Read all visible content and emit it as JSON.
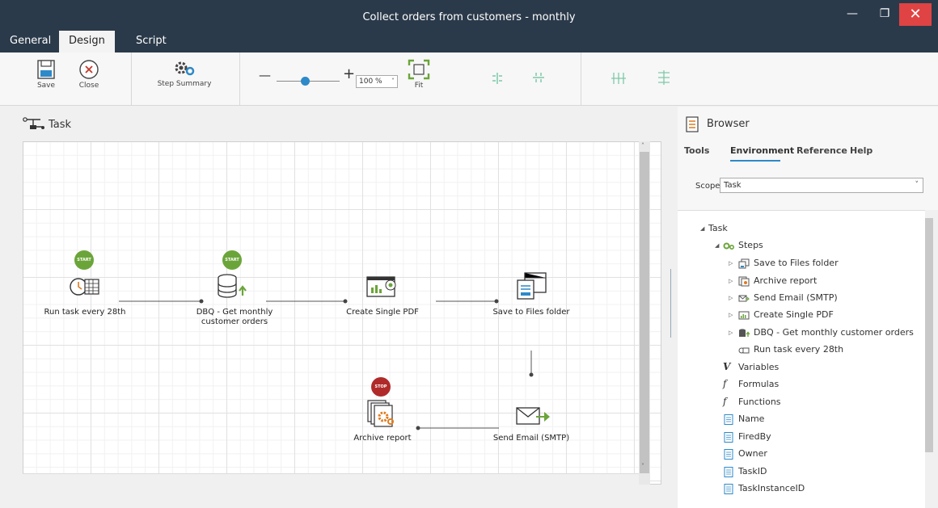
{
  "window": {
    "title": "Collect orders from customers - monthly",
    "min_glyph": "—",
    "max_glyph": "❐",
    "close_glyph": "✕"
  },
  "tabs": [
    {
      "label": "General",
      "active": false
    },
    {
      "label": "Design",
      "active": true
    },
    {
      "label": "Script",
      "active": false
    }
  ],
  "ribbon": {
    "save_label": "Save",
    "close_label": "Close",
    "step_summary_label": "Step Summary",
    "zoom_value": "100 %",
    "zoom_chevron": "˅",
    "minus_glyph": "—",
    "plus_glyph": "+",
    "fit_label": "Fit"
  },
  "task": {
    "title": "Task"
  },
  "canvas": {
    "badge_start": "START",
    "badge_stop": "STOP",
    "nodes": [
      {
        "id": "run-task",
        "label": "Run task every 28th"
      },
      {
        "id": "dbq",
        "label": "DBQ - Get monthly customer orders"
      },
      {
        "id": "create-pdf",
        "label": "Create Single PDF"
      },
      {
        "id": "save-files",
        "label": "Save to Files folder"
      },
      {
        "id": "send-email",
        "label": "Send Email (SMTP)"
      },
      {
        "id": "archive",
        "label": "Archive report"
      }
    ]
  },
  "browser": {
    "title": "Browser",
    "tabs": [
      "Tools",
      "Environment",
      "Reference",
      "Help"
    ],
    "active_tab": "Environment",
    "scope_label": "Scope",
    "scope_value": "Task",
    "scope_chevron": "˅",
    "tree": [
      {
        "label": "Task",
        "icon": "none",
        "expanded": true
      },
      {
        "label": "Steps",
        "icon": "steps-icon",
        "expanded": true
      },
      {
        "label": "Save to Files folder",
        "icon": "save-files-icon"
      },
      {
        "label": "Archive report",
        "icon": "archive-icon"
      },
      {
        "label": "Send Email (SMTP)",
        "icon": "email-icon"
      },
      {
        "label": "Create Single PDF",
        "icon": "pdf-icon"
      },
      {
        "label": "DBQ - Get monthly customer orders",
        "icon": "database-icon"
      },
      {
        "label": "Run task every 28th",
        "icon": "schedule-icon"
      },
      {
        "label": "Variables",
        "icon": "variables-icon"
      },
      {
        "label": "Formulas",
        "icon": "formula-icon"
      },
      {
        "label": "Functions",
        "icon": "function-icon"
      },
      {
        "label": "Name",
        "icon": "document-icon"
      },
      {
        "label": "FiredBy",
        "icon": "document-icon"
      },
      {
        "label": "Owner",
        "icon": "document-icon"
      },
      {
        "label": "TaskID",
        "icon": "document-icon"
      },
      {
        "label": "TaskInstanceID",
        "icon": "document-icon"
      }
    ]
  },
  "colors": {
    "titlebar": "#2b3a4a",
    "accent": "#2d89c8",
    "start_badge": "#6ba53a",
    "stop_badge": "#b02a2a",
    "close_button": "#e04343"
  }
}
